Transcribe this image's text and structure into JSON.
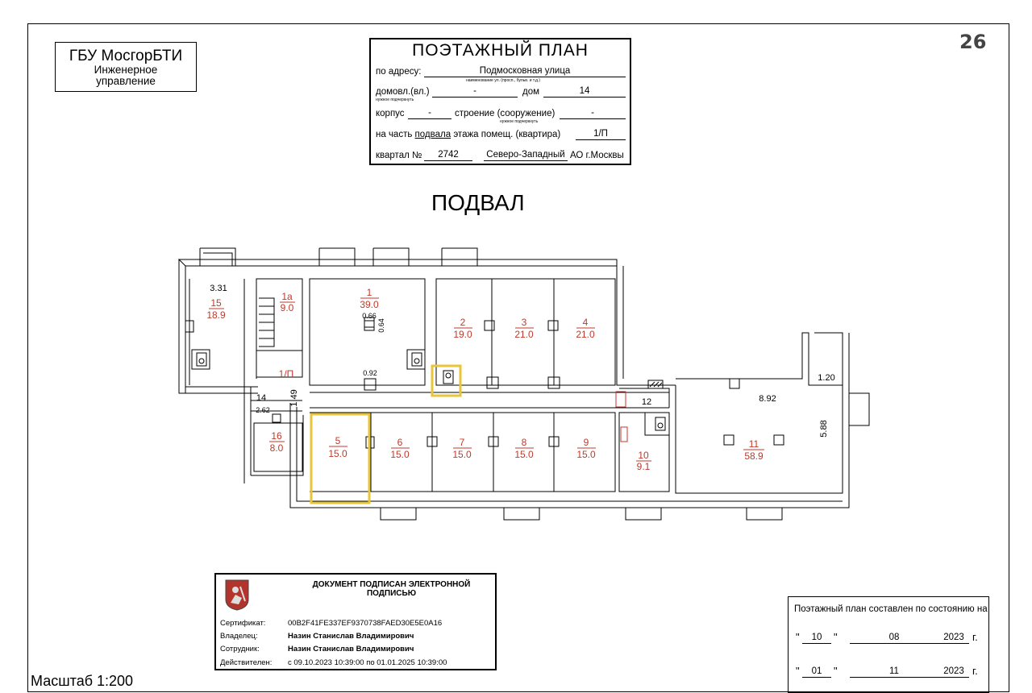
{
  "page_number": "26",
  "org": {
    "name": "ГБУ МосгорБТИ",
    "line1": "Инженерное",
    "line2": "управление"
  },
  "title_block": {
    "title": "ПОЭТАЖНЫЙ ПЛАН",
    "address_label": "по адресу:",
    "address_value": "Подмосковная улица",
    "address_hint": "наименование ул. (просп., бульв. и т.д.)",
    "domovl_label": "домовл.(вл.)",
    "domovl_value": "-",
    "dom_label": "дом",
    "dom_value": "14",
    "needed_hint": "нужное подчеркнуть",
    "korpus_label": "корпус",
    "korpus_value": "-",
    "stroenie_label": "строение (сооружение)",
    "stroenie_value": "-",
    "stroenie_hint": "нужное подчеркнуть",
    "part_prefix": "на часть",
    "part_value": "подвала",
    "part_suffix": "этажа помещ. (квартира)",
    "apartment_value": "1/П",
    "kvartal_label": "квартал №",
    "kvartal_value": "2742",
    "okrug_value": "Северо-Западный",
    "okrug_suffix": "АО г.Москвы"
  },
  "floor_title": "ПОДВАЛ",
  "plan": {
    "rooms": [
      {
        "id": "r15",
        "num": "15",
        "area": "18.9"
      },
      {
        "id": "r1a",
        "num": "1а",
        "area": "9.0"
      },
      {
        "id": "r1",
        "num": "1",
        "area": "39.0"
      },
      {
        "id": "r2",
        "num": "2",
        "area": "19.0"
      },
      {
        "id": "r3",
        "num": "3",
        "area": "21.0"
      },
      {
        "id": "r4",
        "num": "4",
        "area": "21.0"
      },
      {
        "id": "r16",
        "num": "16",
        "area": "8.0"
      },
      {
        "id": "r5",
        "num": "5",
        "area": "15.0"
      },
      {
        "id": "r6",
        "num": "6",
        "area": "15.0"
      },
      {
        "id": "r7",
        "num": "7",
        "area": "15.0"
      },
      {
        "id": "r8",
        "num": "8",
        "area": "15.0"
      },
      {
        "id": "r9",
        "num": "9",
        "area": "15.0"
      },
      {
        "id": "r10",
        "num": "10",
        "area": "9.1"
      },
      {
        "id": "r11",
        "num": "11",
        "area": "58.9"
      }
    ],
    "labels": {
      "corridor": "1/П",
      "room12": "12",
      "room14": "14",
      "d331": "3.31",
      "d066": "0.66",
      "d064": "0.64",
      "d092": "0.92",
      "d149": "1.49",
      "d262": "2.62",
      "d892": "8.92",
      "d120": "1.20",
      "d588": "5.88"
    },
    "colors": {
      "room_text": "#c0392b",
      "highlight": "#e8c63a",
      "lines": "#000000"
    }
  },
  "signature": {
    "title_line1": "ДОКУМЕНТ ПОДПИСАН ЭЛЕКТРОННОЙ",
    "title_line2": "ПОДПИСЬЮ",
    "cert_label": "Сертификат:",
    "cert_value": "00B2F41FE337EF9370738FAED30E5E0A16",
    "owner_label": "Владелец:",
    "owner_value": "Назин Станислав Владимирович",
    "employee_label": "Сотрудник:",
    "employee_value": "Назин Станислав Владимирович",
    "valid_label": "Действителен:",
    "valid_value": "с 09.10.2023 10:39:00 по 01.01.2025 10:39:00"
  },
  "scale_label": "Масштаб 1:200",
  "state_block": {
    "title": "Поэтажный план составлен по состоянию на",
    "row1": {
      "day": "10",
      "month": "08",
      "year": "2023",
      "suffix": "г."
    },
    "row2": {
      "day": "01",
      "month": "11",
      "year": "2023",
      "suffix": "г."
    }
  }
}
